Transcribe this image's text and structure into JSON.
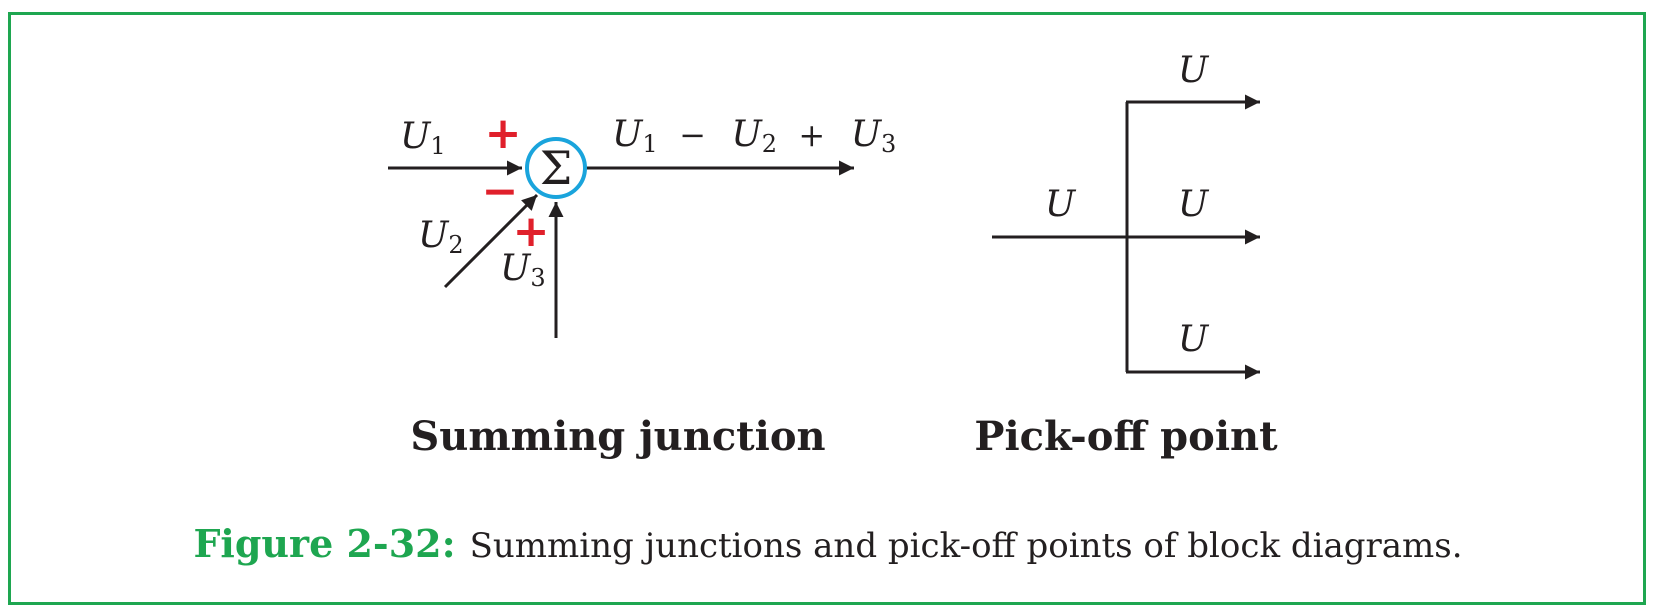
{
  "summing": {
    "title": "Summing junction",
    "symbol": "Σ",
    "input1": {
      "var": "U",
      "sub": "1",
      "sign": "+"
    },
    "input2": {
      "var": "U",
      "sub": "2",
      "sign": "−"
    },
    "input3": {
      "var": "U",
      "sub": "3",
      "sign": "+"
    },
    "output": {
      "t1": {
        "var": "U",
        "sub": "1"
      },
      "op1": "−",
      "t2": {
        "var": "U",
        "sub": "2"
      },
      "op2": "+",
      "t3": {
        "var": "U",
        "sub": "3"
      }
    }
  },
  "pickoff": {
    "title": "Pick-off point",
    "input": "U",
    "out_top": "U",
    "out_mid": "U",
    "out_bottom": "U"
  },
  "caption": {
    "label": "Figure 2-32:",
    "text": "Summing junctions and pick-off points of block diagrams."
  },
  "colors": {
    "border": "#1ea650",
    "circle": "#1aa4dc",
    "sign": "#e0202b",
    "caption_label": "#1ea650"
  }
}
